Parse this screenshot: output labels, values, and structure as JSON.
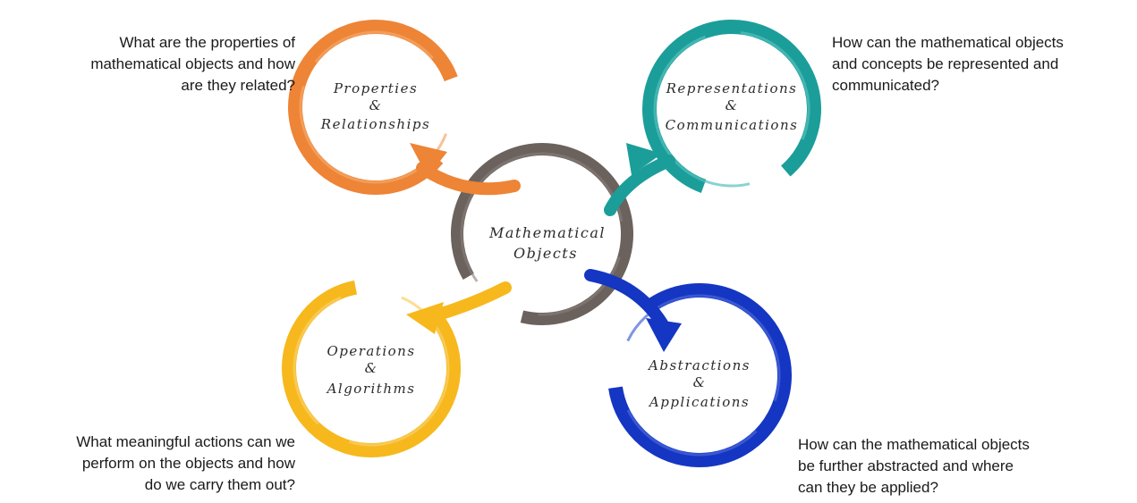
{
  "colors": {
    "center": "#6b625d",
    "properties": "#ee8436",
    "representations": "#1b9e9a",
    "operations": "#f6b81c",
    "abstractions": "#1436c2"
  },
  "center": {
    "line1": "Mathematical",
    "line2": "Objects"
  },
  "circles": {
    "properties": {
      "line1": "Properties",
      "line2": "&",
      "line3": "Relationships"
    },
    "representations": {
      "line1": "Representations",
      "line2": "&",
      "line3": "Communications"
    },
    "operations": {
      "line1": "Operations",
      "line2": "&",
      "line3": "Algorithms"
    },
    "abstractions": {
      "line1": "Abstractions",
      "line2": "&",
      "line3": "Applications"
    }
  },
  "questions": {
    "top_left": [
      "What are the properties of",
      "mathematical objects and how",
      "are they related?"
    ],
    "top_right": [
      "How can the mathematical objects",
      "and concepts be represented and",
      "communicated?"
    ],
    "bottom_left": [
      "What meaningful actions can we",
      "perform on the objects and how",
      "do we carry them out?"
    ],
    "bottom_right": [
      "How can the mathematical objects",
      "be further abstracted and where",
      "can they be applied?"
    ]
  }
}
